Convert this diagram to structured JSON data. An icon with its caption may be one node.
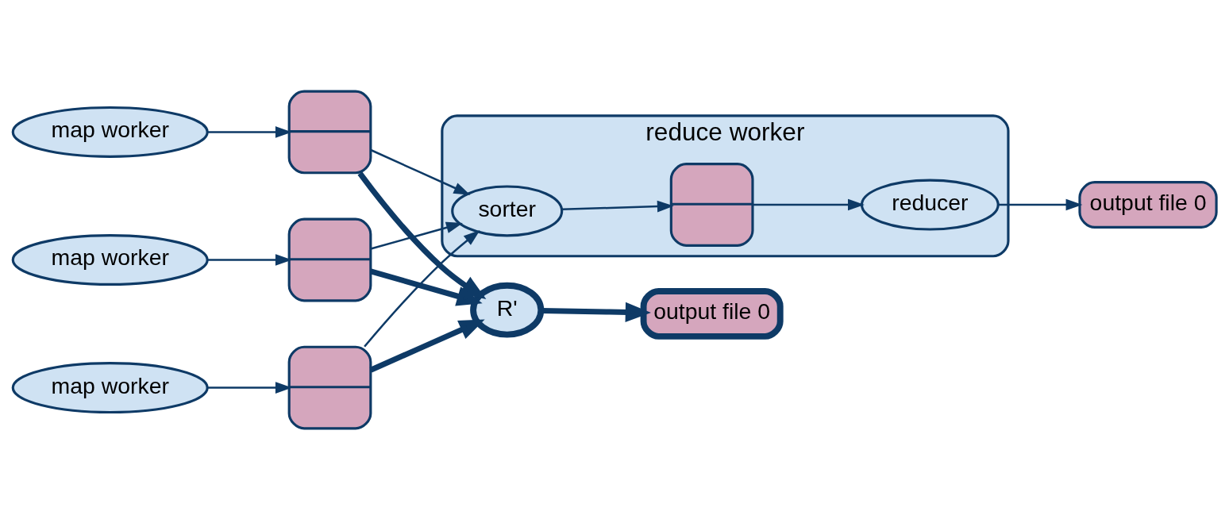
{
  "diagram": {
    "nodes": [
      {
        "text": [
          "map worker"
        ]
      },
      {
        "text": [
          "map worker"
        ]
      },
      {
        "text": [
          "map worker"
        ]
      },
      {
        "text": [],
        "shape": "box"
      },
      {
        "text": [],
        "shape": "box"
      },
      {
        "text": [],
        "shape": "box"
      },
      {
        "text": [
          "reduce worker"
        ]
      },
      {
        "text": [
          "sorter"
        ],
        "in": 6
      },
      {
        "text": [],
        "shape": "box",
        "in": 6
      },
      {
        "text": [
          "reducer"
        ],
        "in": 6
      },
      {
        "text": [
          "output file 0"
        ]
      },
      {
        "text": [
          "R'"
        ]
      },
      {
        "text": [
          "output file 0"
        ]
      }
    ],
    "edges": [
      {
        "from": 0,
        "to": 3,
        "arrow": "to"
      },
      {
        "from": 1,
        "to": 4,
        "arrow": "to"
      },
      {
        "from": 2,
        "to": 5,
        "arrow": "to"
      },
      {
        "from": 3,
        "to": 7,
        "arrow": "to"
      },
      {
        "from": 4,
        "to": 7,
        "arrow": "to"
      },
      {
        "from": 5,
        "to": 7,
        "arrow": "to"
      },
      {
        "from": 7,
        "to": 8,
        "arrow": "to"
      },
      {
        "from": 8,
        "to": 9,
        "arrow": "to"
      },
      {
        "from": 9,
        "to": 10,
        "arrow": "to"
      },
      {
        "from": 3,
        "to": 11,
        "arrow": "to",
        "style": "thick"
      },
      {
        "from": 4,
        "to": 11,
        "arrow": "to",
        "style": "thick"
      },
      {
        "from": 5,
        "to": 11,
        "arrow": "to",
        "style": "thick"
      },
      {
        "from": 11,
        "to": 12,
        "arrow": "to",
        "style": "thick"
      }
    ]
  }
}
